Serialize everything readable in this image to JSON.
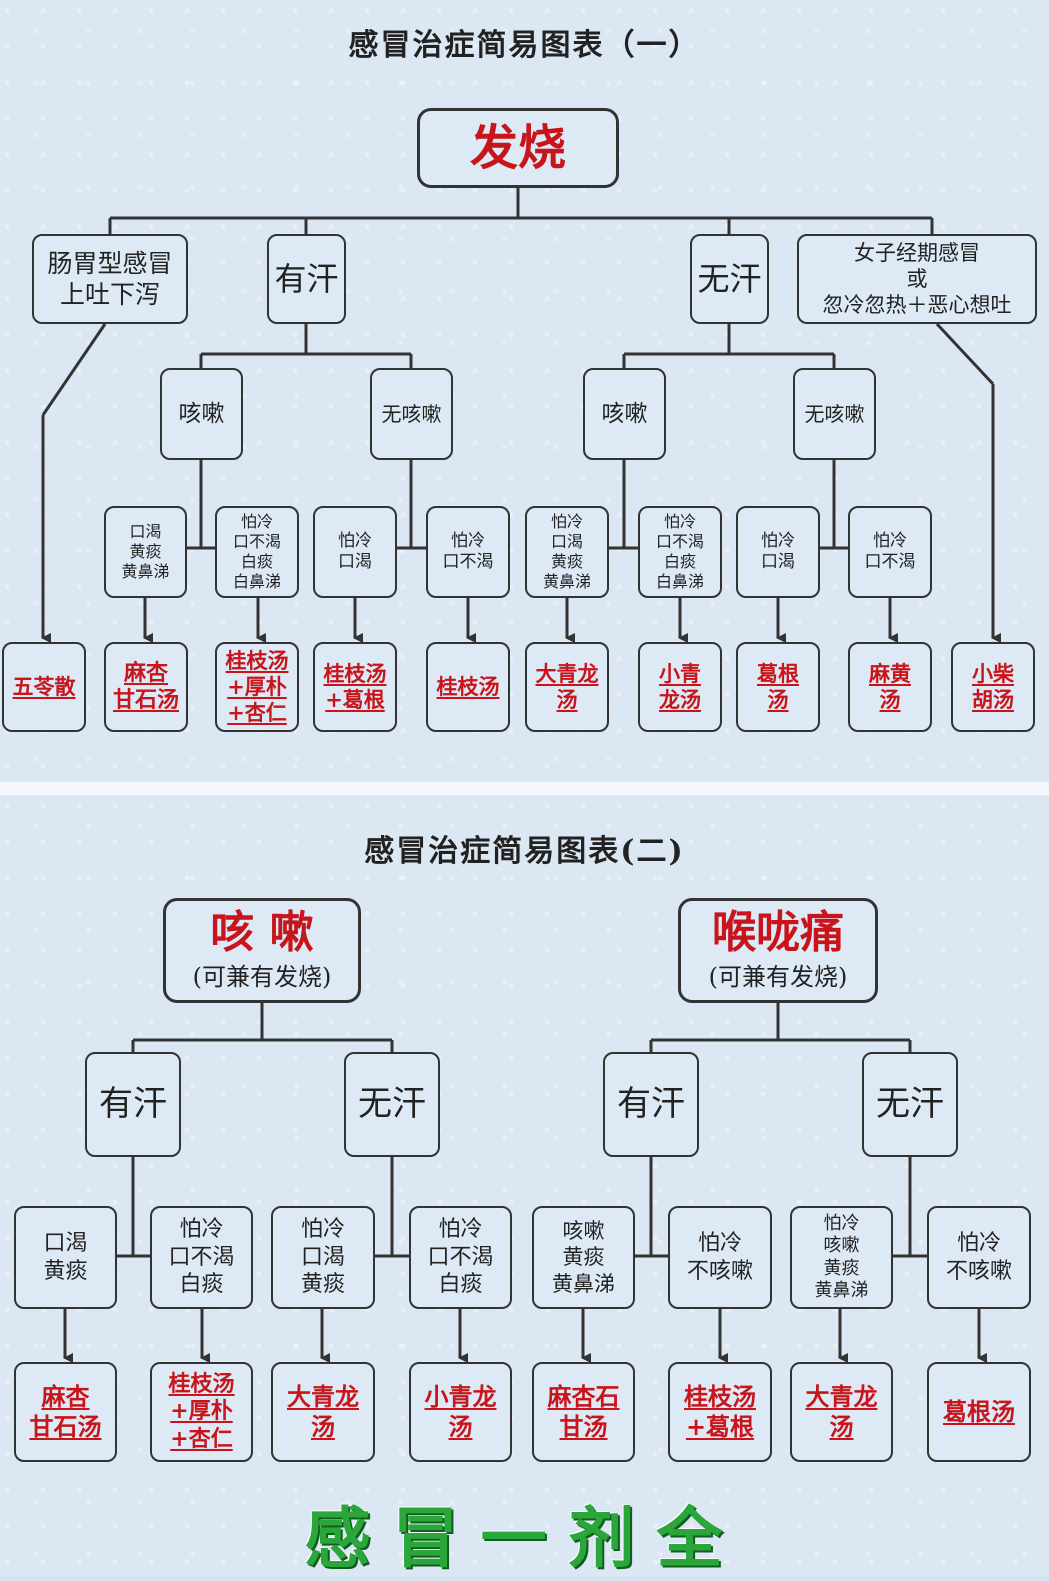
{
  "chart1": {
    "title": "感冒治症简易图表（一）",
    "root": "发烧",
    "branches": {
      "gastro": "肠胃型感冒\n上吐下泻",
      "sweat": "有汗",
      "nosweat": "无汗",
      "women": "女子经期感冒\n或\n忽冷忽热＋恶心想吐"
    },
    "mid": {
      "sweat_cough": "咳嗽",
      "sweat_nocough": "无咳嗽",
      "nosweat_cough": "咳嗽",
      "nosweat_nocough": "无咳嗽"
    },
    "symptoms": [
      "口渴\n黄痰\n黄鼻涕",
      "怕冷\n口不渴\n白痰\n白鼻涕",
      "怕冷\n口渴",
      "怕冷\n口不渴",
      "怕冷\n口渴\n黄痰\n黄鼻涕",
      "怕冷\n口不渴\n白痰\n白鼻涕",
      "怕冷\n口渴",
      "怕冷\n口不渴"
    ],
    "remedies": [
      "五苓散",
      "麻杏\n甘石汤",
      "桂枝汤\n+厚朴\n+杏仁",
      "桂枝汤\n+葛根",
      "桂枝汤",
      "大青龙\n汤",
      "小青\n龙汤",
      "葛根\n汤",
      "麻黄\n汤",
      "小柴\n胡汤"
    ]
  },
  "chart2": {
    "title": "感冒治症简易图表(二)",
    "roots": [
      {
        "name": "咳 嗽",
        "note": "(可兼有发烧)"
      },
      {
        "name": "喉咙痛",
        "note": "(可兼有发烧)"
      }
    ],
    "branches": [
      "有汗",
      "无汗",
      "有汗",
      "无汗"
    ],
    "symptoms": [
      "口渴\n黄痰",
      "怕冷\n口不渴\n白痰",
      "怕冷\n口渴\n黄痰",
      "怕冷\n口不渴\n白痰",
      "咳嗽\n黄痰\n黄鼻涕",
      "怕冷\n不咳嗽",
      "怕冷\n咳嗽\n黄痰\n黄鼻涕",
      "怕冷\n不咳嗽"
    ],
    "remedies": [
      "麻杏\n甘石汤",
      "桂枝汤\n+厚朴\n+杏仁",
      "大青龙\n汤",
      "小青龙\n汤",
      "麻杏石\n甘汤",
      "桂枝汤\n+葛根",
      "大青龙\n汤",
      "葛根汤"
    ]
  },
  "footer": "感冒一剂全",
  "colors": {
    "remedy_red": "#c8151b",
    "footer_green": "#2aa63a",
    "line": "#333333"
  }
}
